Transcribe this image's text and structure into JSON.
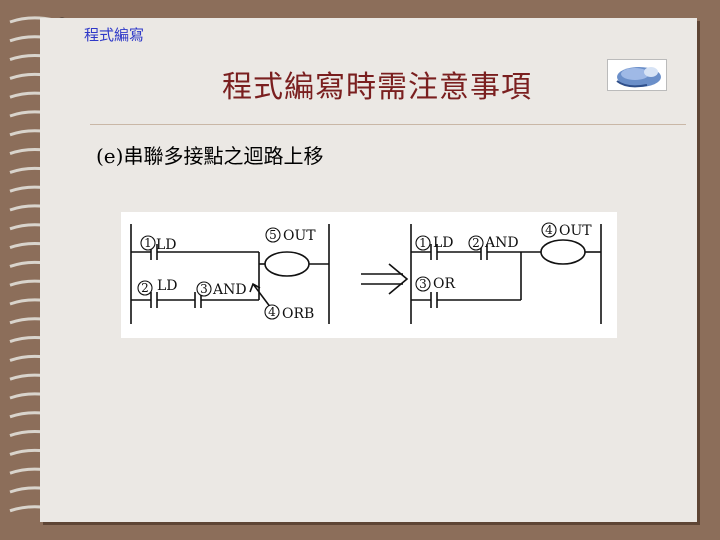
{
  "header": {
    "label": "程式編寫"
  },
  "slide": {
    "title": "程式編寫時需注意事項",
    "subtitle": "(e)串聯多接點之迴路上移"
  },
  "icons": {
    "logo": "blue-mouse-logo"
  },
  "colors": {
    "background": "#8c6e5a",
    "page": "#ebe8e4",
    "header_label": "#2e38c8",
    "title": "#7a1f1f"
  },
  "diagram": {
    "left": {
      "ld_num": "1",
      "ld_label": "LD",
      "out_num": "5",
      "out_label": "OUT",
      "ld2_num": "2",
      "ld2_label": "LD",
      "and_num": "3",
      "and_label": "AND",
      "orb_num": "4",
      "orb_label": "ORB"
    },
    "right": {
      "ld_num": "1",
      "ld_label": "LD",
      "and_num": "2",
      "and_label": "AND",
      "out_num": "4",
      "out_label": "OUT",
      "or_num": "3",
      "or_label": "OR"
    }
  }
}
